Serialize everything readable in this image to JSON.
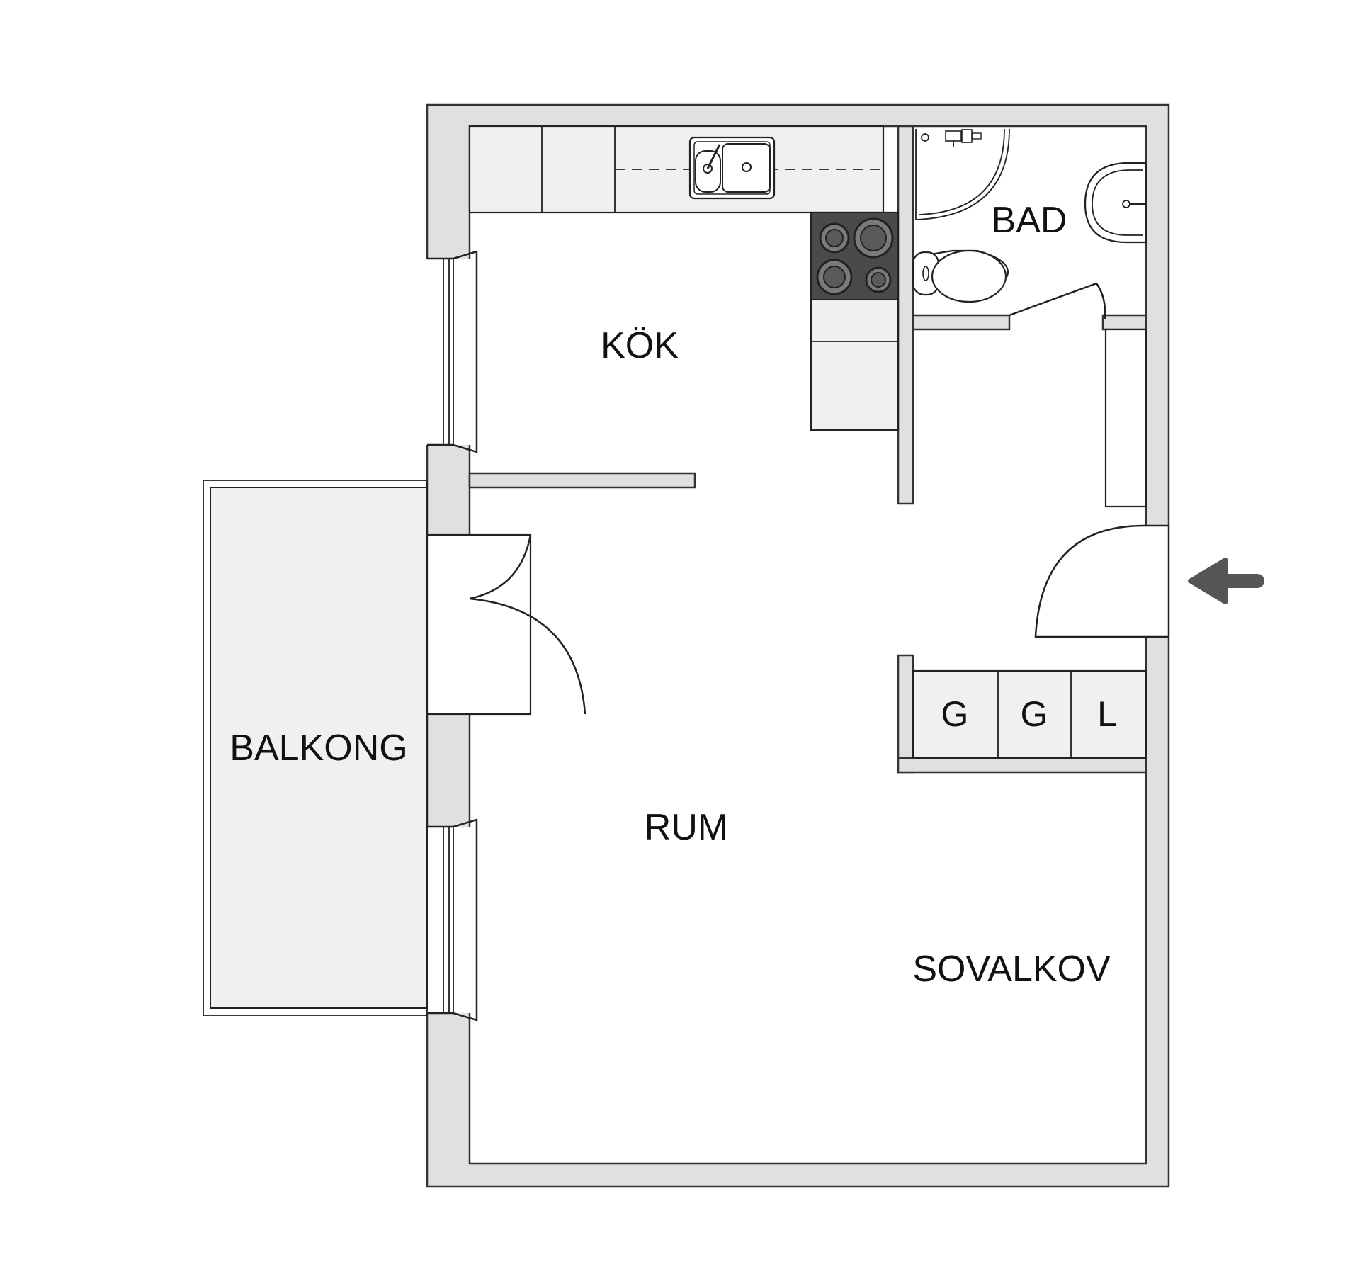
{
  "rooms": {
    "kitchen": "KÖK",
    "bathroom": "BAD",
    "living_room": "RUM",
    "balcony": "BALKONG",
    "sleeping_alcove": "SOVALKOV"
  },
  "closets": [
    "G",
    "G",
    "L"
  ],
  "icons": {
    "entrance": "entrance-arrow-icon",
    "stove": "stove-icon",
    "sink": "kitchen-sink-icon",
    "toilet": "toilet-icon",
    "washbasin": "washbasin-icon",
    "shower": "shower-icon"
  },
  "colors": {
    "wall": "#e0e0e0",
    "stove": "#4a4a4a",
    "arrow": "#555555",
    "counter": "#f0f0f0"
  }
}
